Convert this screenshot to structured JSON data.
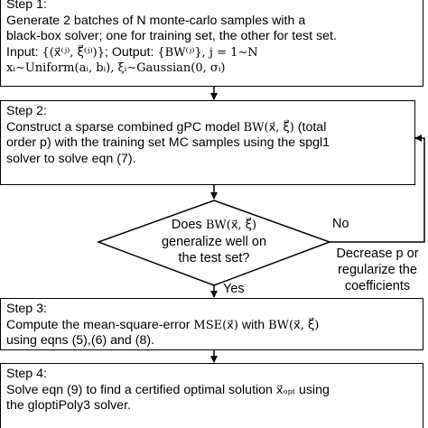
{
  "step1": {
    "title": "Step 1:",
    "lines": [
      "Generate 2 batches of N monte-carlo samples with a",
      "black-box solver; one for training set, the other for test set."
    ],
    "input_label": "Input:",
    "input_math": "{(x⃗⁽ʲ⁾, ξ⃗⁽ʲ⁾)}",
    "output_label": "; Output:",
    "output_math": "{BW⁽ʲ⁾}, j = 1∼N",
    "dist_math": "xᵢ∼Uniform(aᵢ, bᵢ), ξᵢ∼Gaussian(0, σᵢ)"
  },
  "step2": {
    "title": "Step 2:",
    "line1_pre": "Construct a sparse combined gPC model ",
    "line1_math": "BW(x⃗, ξ⃗)",
    "line1_post": " (total",
    "line2": "order p) with the training set MC samples using the spgl1",
    "line3": "solver to solve eqn (7)."
  },
  "decision": {
    "line1_pre": "Does ",
    "line1_math": "BW(x⃗, ξ⃗)",
    "line2": "generalize well on",
    "line3": "the test set?",
    "no_label": "No",
    "yes_label": "Yes"
  },
  "feedback": {
    "lines": [
      "Decrease p or",
      "regularize the",
      "coefficients"
    ]
  },
  "step3": {
    "title": "Step 3:",
    "line1_pre": "Compute the mean-square-error ",
    "line1_math": "MSE(x⃗)",
    "line1_mid": " with ",
    "line1_math2": "BW(x⃗, ξ⃗)",
    "line2": "using eqns (5),(6) and (8)."
  },
  "step4": {
    "title": "Step 4:",
    "line1_pre": "Solve eqn (9) to find a certified optimal solution ",
    "line1_math": "x⃗ₒₚₜ",
    "line1_post": " using",
    "line2": "the gloptiPoly3 solver."
  }
}
